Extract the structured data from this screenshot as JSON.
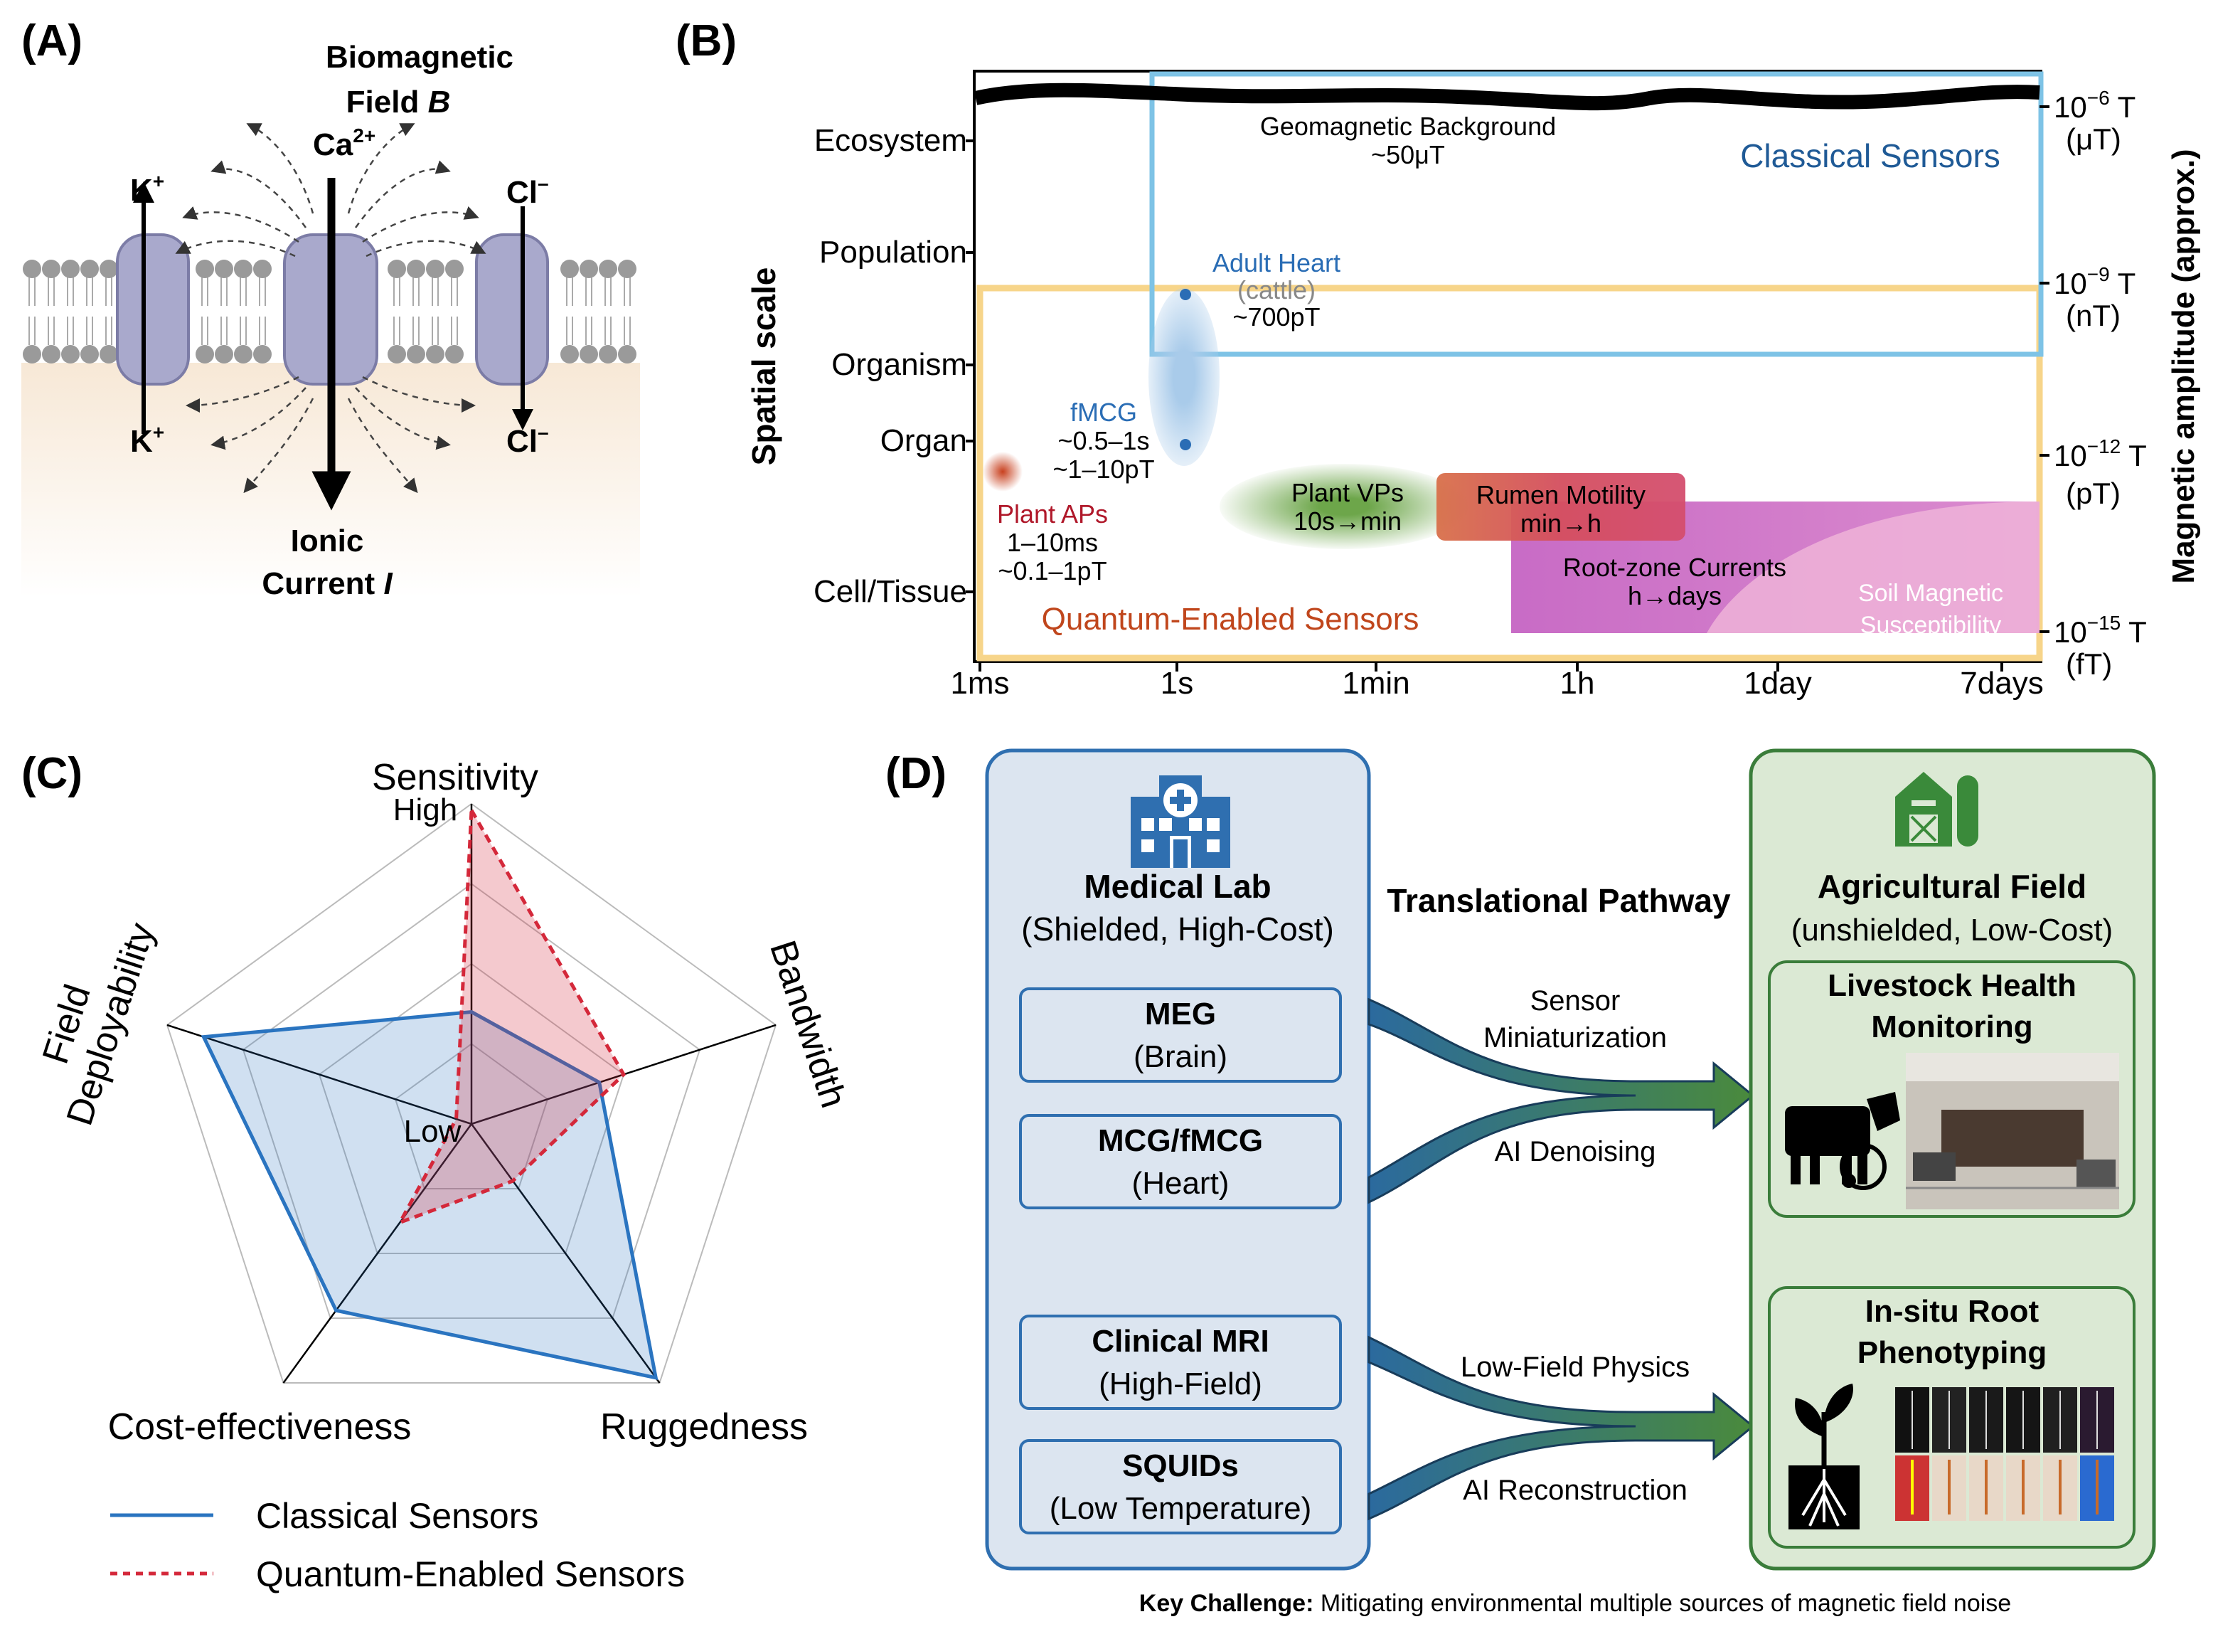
{
  "panelA": {
    "label": "(A)",
    "field_title_line1": "Biomagnetic",
    "field_title_line2": "Field",
    "field_symbol": "B",
    "calcium": "Ca",
    "calcium_charge": "2+",
    "potassium_top": "K",
    "potassium_bottom": "K",
    "potassium_charge": "+",
    "chloride_top": "Cl",
    "chloride_bottom": "Cl",
    "chloride_charge": "–",
    "current_line1": "Ionic",
    "current_line2": "Current",
    "current_symbol": "I",
    "colors": {
      "channel": "#a9a9cc",
      "membrane_head": "#9a9a9a",
      "cytoplasm": "#f5e6d3"
    }
  },
  "panelB": {
    "label": "(B)",
    "y_axis_label": "Spatial scale",
    "y2_axis_label": "Magnetic amplitude (approx.)",
    "spatial_ticks": [
      "Ecosystem",
      "Population",
      "Organism",
      "Organ",
      "Cell/Tissue"
    ],
    "time_ticks": [
      "1ms",
      "1s",
      "1min",
      "1h",
      "1day",
      "7days"
    ],
    "amplitude_ticks": [
      {
        "base": "10",
        "exp": "−6",
        "unit": "T",
        "name": "(μT)"
      },
      {
        "base": "10",
        "exp": "−9",
        "unit": "T",
        "name": "(nT)"
      },
      {
        "base": "10",
        "exp": "−12",
        "unit": "T",
        "name": "(pT)"
      },
      {
        "base": "10",
        "exp": "−15",
        "unit": "T",
        "name": "(fT)"
      }
    ],
    "geomagnetic_line1": "Geomagnetic Background",
    "geomagnetic_line2": "~50μT",
    "classical_label": "Classical Sensors",
    "quantum_label": "Quantum-Enabled Sensors",
    "adult_heart_line1": "Adult Heart",
    "adult_heart_line2": "(cattle)",
    "adult_heart_line3": "~700pT",
    "fmcg_line1": "fMCG",
    "fmcg_line2": "~0.5–1s",
    "fmcg_line3": "~1–10pT",
    "plant_aps_line1": "Plant APs",
    "plant_aps_line2": "1–10ms",
    "plant_aps_line3": "~0.1–1pT",
    "plant_vps_line1": "Plant VPs",
    "plant_vps_line2": "10s→min",
    "rumen_line1": "Rumen Motility",
    "rumen_line2": "min→h",
    "root_line1": "Root-zone Currents",
    "root_line2": "h→days",
    "soil_line1": "Soil Magnetic",
    "soil_line2": "Susceptibility",
    "colors": {
      "classical": "#7ec3e6",
      "quantum": "#f7d58a",
      "classical_text": "#1f5a96",
      "quantum_text": "#c0461c",
      "aps_text": "#b0182a",
      "heart_text": "#2a6db5"
    }
  },
  "panelC": {
    "label": "(C)",
    "chart_data": {
      "type": "radar",
      "axes": [
        "Sensitivity",
        "Bandwidth",
        "Ruggedness",
        "Cost-effectiveness",
        "Field Deployability"
      ],
      "scale_labels": {
        "high": "High",
        "low": "Low"
      },
      "range": [
        0,
        1
      ],
      "series": [
        {
          "name": "Classical Sensors",
          "values": [
            0.35,
            0.42,
            0.98,
            0.72,
            0.88
          ],
          "color": "#2a74c0",
          "style": "solid"
        },
        {
          "name": "Quantum-Enabled Sensors",
          "values": [
            0.98,
            0.5,
            0.22,
            0.38,
            0.05
          ],
          "color": "#d4283a",
          "style": "dashed"
        }
      ],
      "grid_levels": 4
    },
    "axis_label_field_line1": "Field",
    "axis_label_field_line2": "Deployability"
  },
  "panelD": {
    "label": "(D)",
    "lab_title": "Medical Lab",
    "lab_subtitle": "(Shielded, High-Cost)",
    "lab_items": [
      {
        "title": "MEG",
        "sub": "(Brain)"
      },
      {
        "title": "MCG/fMCG",
        "sub": "(Heart)"
      },
      {
        "title": "Clinical MRI",
        "sub": "(High-Field)"
      },
      {
        "title": "SQUIDs",
        "sub": "(Low Temperature)"
      }
    ],
    "pathway_title": "Translational Pathway",
    "arrow_top_label_line1": "Sensor",
    "arrow_top_label_line2": "Miniaturization",
    "arrow_top_label_bottom": "AI Denoising",
    "arrow_bottom_label_top": "Low-Field Physics",
    "arrow_bottom_label_bottom": "AI Reconstruction",
    "field_title": "Agricultural Field",
    "field_subtitle": "(unshielded, Low-Cost)",
    "livestock_line1": "Livestock Health",
    "livestock_line2": "Monitoring",
    "root_line1": "In-situ Root",
    "root_line2": "Phenotyping",
    "challenge_bold": "Key Challenge:",
    "challenge_text": " Mitigating environmental multiple sources of magnetic field noise",
    "colors": {
      "lab_fill": "#dce5f0",
      "lab_border": "#2f6fb0",
      "field_fill": "#dbe9d4",
      "field_border": "#3a7d3a",
      "arrow_start": "#2b6a9e",
      "arrow_end": "#4a8a3c"
    }
  }
}
